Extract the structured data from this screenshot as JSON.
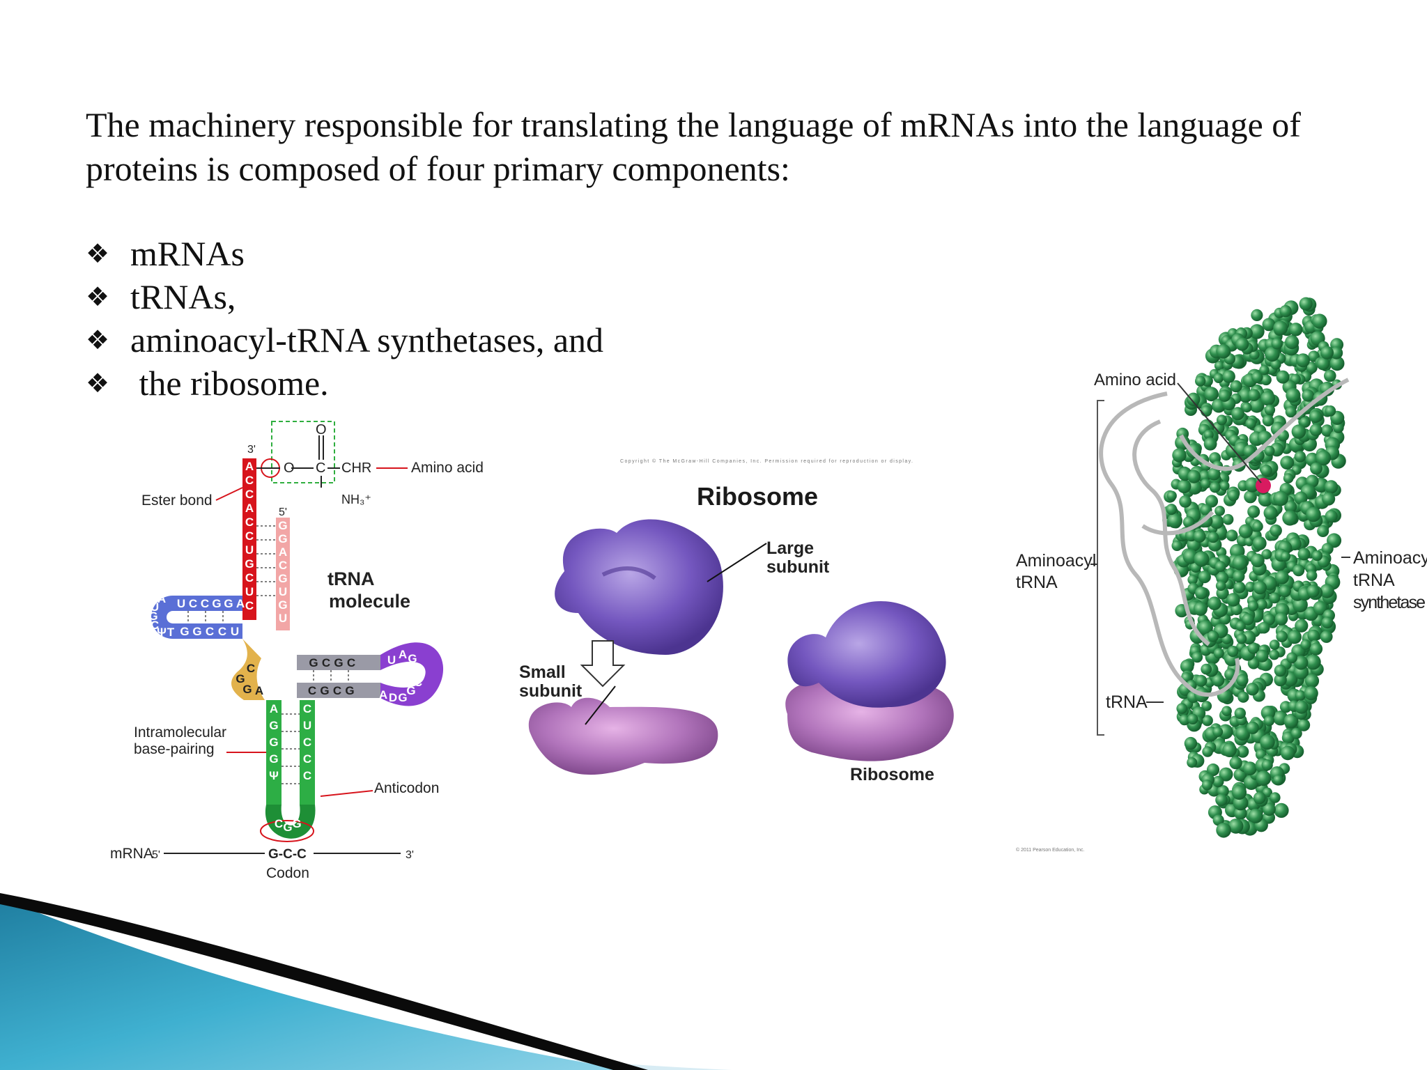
{
  "intro_text": "The machinery responsible for translating the language of mRNAs into the language of proteins is composed of four primary components:",
  "bullets": [
    {
      "glyph": "❖",
      "text": "mRNAs"
    },
    {
      "glyph": "❖",
      "text": "tRNAs,"
    },
    {
      "glyph": "❖",
      "text": "aminoacyl-tRNA synthetases, and"
    },
    {
      "glyph": "❖",
      "text": " the ribosome."
    }
  ],
  "trna_figure": {
    "title_line1": "tRNA",
    "title_line2": "molecule",
    "three_prime": "3'",
    "five_prime": "5'",
    "ester_bond": "Ester bond",
    "amino_acid": "Amino acid",
    "chr": "CHR",
    "nh3": "NH₃⁺",
    "o_top": "O",
    "o_link": "O",
    "c_link": "C",
    "intramolecular_line1": "Intramolecular",
    "intramolecular_line2": "base-pairing",
    "anticodon": "Anticodon",
    "mrna": "mRNA",
    "mrna_5": "5'",
    "mrna_3": "3'",
    "codon_seq": "G-C-C",
    "codon": "Codon",
    "acceptor_left": [
      "A",
      "C",
      "C",
      "A",
      "C",
      "C",
      "U",
      "G",
      "C",
      "U",
      "C"
    ],
    "acceptor_right": [
      "G",
      "G",
      "A",
      "C",
      "G",
      "U",
      "G",
      "U"
    ],
    "d_top": [
      "U",
      "C",
      "C",
      "G",
      "G",
      "A"
    ],
    "d_bottom": [
      "G",
      "G",
      "C",
      "C",
      "U"
    ],
    "d_loop": [
      "A",
      "U",
      "G",
      "C",
      "Ψ",
      "T"
    ],
    "t_top": [
      "G",
      "C",
      "G",
      "C"
    ],
    "t_bottom": [
      "C",
      "G",
      "C",
      "G"
    ],
    "t_loop": [
      "U",
      "A",
      "G",
      "D",
      "C",
      "G",
      "G",
      "D",
      "A"
    ],
    "var_loop": [
      "C",
      "G",
      "G",
      "A"
    ],
    "ac_left": [
      "A",
      "G",
      "G",
      "G",
      "Ψ"
    ],
    "ac_right": [
      "C",
      "U",
      "C",
      "C",
      "C"
    ],
    "anticodon_bases": [
      "C",
      "G",
      "G"
    ],
    "colors": {
      "acceptor": "#d7141c",
      "d_arm": "#5a6fd6",
      "t_arm": "#8a3fd0",
      "anticodon_arm": "#2dae45",
      "variable": "#e2b24c",
      "stem_light": "#f2a6a6"
    }
  },
  "ribosome_figure": {
    "copyright": "Copyright © The McGraw-Hill Companies, Inc. Permission required for reproduction or display.",
    "title": "Ribosome",
    "large_subunit_line1": "Large",
    "large_subunit_line2": "subunit",
    "small_subunit_line1": "Small",
    "small_subunit_line2": "subunit",
    "ribosome_label": "Ribosome",
    "colors": {
      "large": "#6b4fb0",
      "small": "#b070b8"
    }
  },
  "synthetase_figure": {
    "amino_acid": "Amino acid",
    "aminoacyl_trna_line1": "Aminoacyl",
    "aminoacyl_trna_line2": "tRNA",
    "synthetase_line1": "Aminoacyl",
    "synthetase_line2": "tRNA",
    "synthetase_line3": "synthetase",
    "trna": "tRNA",
    "copyright": "© 2011 Pearson Education, Inc.",
    "colors": {
      "protein": "#2f8f4e",
      "amino_acid": "#d81b60"
    }
  }
}
